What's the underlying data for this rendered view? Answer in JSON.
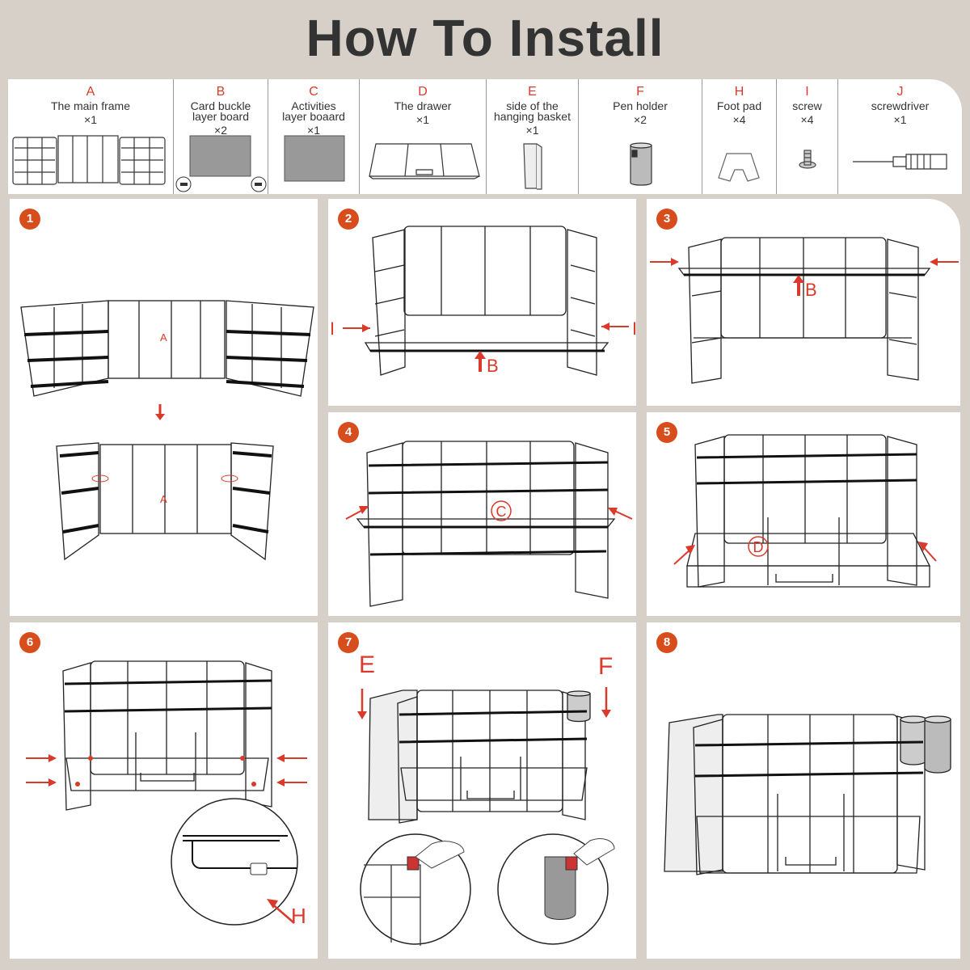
{
  "title": "How To Install",
  "parts": [
    {
      "letter": "A",
      "name": "The main frame",
      "qty": "×1"
    },
    {
      "letter": "B",
      "name": "Card buckle\nlayer board",
      "qty": "×2"
    },
    {
      "letter": "C",
      "name": "Activities\nlayer boaard",
      "qty": "×1"
    },
    {
      "letter": "D",
      "name": "The drawer",
      "qty": "×1"
    },
    {
      "letter": "E",
      "name": "side of the\nhanging basket",
      "qty": "×1"
    },
    {
      "letter": "F",
      "name": "Pen holder",
      "qty": "×2"
    },
    {
      "letter": "H",
      "name": "Foot pad",
      "qty": "×4"
    },
    {
      "letter": "I",
      "name": "screw",
      "qty": "×4"
    },
    {
      "letter": "J",
      "name": "screwdriver",
      "qty": "×1"
    }
  ],
  "steps": [
    {
      "number": "1",
      "labels": [
        "A",
        "A"
      ]
    },
    {
      "number": "2",
      "labels": [
        "I",
        "I",
        "B"
      ]
    },
    {
      "number": "3",
      "labels": [
        "B"
      ]
    },
    {
      "number": "4",
      "labels": [
        "C"
      ]
    },
    {
      "number": "5",
      "labels": [
        "D"
      ]
    },
    {
      "number": "6",
      "labels": [
        "H"
      ]
    },
    {
      "number": "7",
      "labels": [
        "E",
        "F"
      ]
    },
    {
      "number": "8",
      "labels": []
    }
  ],
  "colors": {
    "accent": "#d93a2b",
    "badge": "#d84d1c",
    "background": "#d7d0c9"
  }
}
